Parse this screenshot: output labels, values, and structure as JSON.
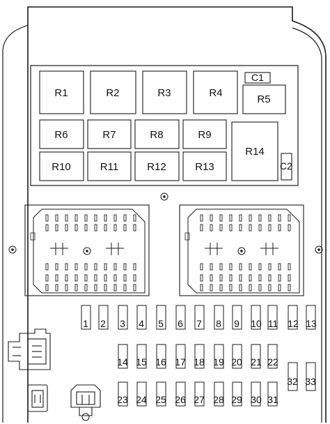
{
  "relays": [
    {
      "id": "r1",
      "label": "R1"
    },
    {
      "id": "r2",
      "label": "R2"
    },
    {
      "id": "r3",
      "label": "R3"
    },
    {
      "id": "r4",
      "label": "R4"
    },
    {
      "id": "r5",
      "label": "R5"
    },
    {
      "id": "r6",
      "label": "R6"
    },
    {
      "id": "r7",
      "label": "R7"
    },
    {
      "id": "r8",
      "label": "R8"
    },
    {
      "id": "r9",
      "label": "R9"
    },
    {
      "id": "r10",
      "label": "R10"
    },
    {
      "id": "r11",
      "label": "R11"
    },
    {
      "id": "r12",
      "label": "R12"
    },
    {
      "id": "r13",
      "label": "R13"
    },
    {
      "id": "r14",
      "label": "R14"
    }
  ],
  "circuit_breakers": [
    {
      "id": "c1",
      "label": "C1"
    },
    {
      "id": "c2",
      "label": "C2"
    }
  ],
  "fuses": [
    {
      "id": "f1",
      "label": "1"
    },
    {
      "id": "f2",
      "label": "2"
    },
    {
      "id": "f3",
      "label": "3"
    },
    {
      "id": "f4",
      "label": "4"
    },
    {
      "id": "f5",
      "label": "5"
    },
    {
      "id": "f6",
      "label": "6"
    },
    {
      "id": "f7",
      "label": "7"
    },
    {
      "id": "f8",
      "label": "8"
    },
    {
      "id": "f9",
      "label": "9"
    },
    {
      "id": "f10",
      "label": "10"
    },
    {
      "id": "f11",
      "label": "11"
    },
    {
      "id": "f12",
      "label": "12"
    },
    {
      "id": "f13",
      "label": "13"
    },
    {
      "id": "f14",
      "label": "14"
    },
    {
      "id": "f15",
      "label": "15"
    },
    {
      "id": "f16",
      "label": "16"
    },
    {
      "id": "f17",
      "label": "17"
    },
    {
      "id": "f18",
      "label": "18"
    },
    {
      "id": "f19",
      "label": "19"
    },
    {
      "id": "f20",
      "label": "20"
    },
    {
      "id": "f21",
      "label": "21"
    },
    {
      "id": "f22",
      "label": "22"
    },
    {
      "id": "f23",
      "label": "23"
    },
    {
      "id": "f24",
      "label": "24"
    },
    {
      "id": "f25",
      "label": "25"
    },
    {
      "id": "f26",
      "label": "26"
    },
    {
      "id": "f27",
      "label": "27"
    },
    {
      "id": "f28",
      "label": "28"
    },
    {
      "id": "f29",
      "label": "29"
    },
    {
      "id": "f30",
      "label": "30"
    },
    {
      "id": "f31",
      "label": "31"
    },
    {
      "id": "f32",
      "label": "32"
    },
    {
      "id": "f33",
      "label": "33"
    }
  ],
  "colors": {
    "line": "#1a1a1a",
    "fill": "#ffffff"
  }
}
